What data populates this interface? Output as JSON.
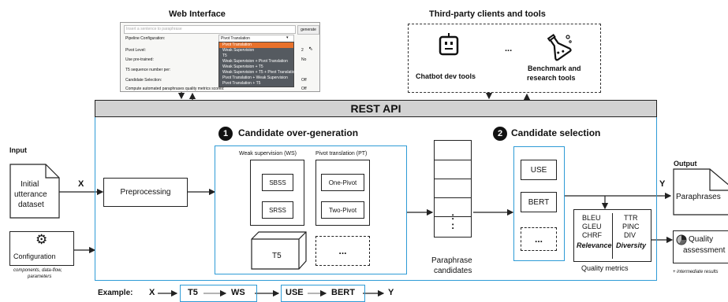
{
  "web_interface": {
    "title": "Web Interface",
    "search_placeholder": "Insert a sentence to paraphrase",
    "generate_label": "generate",
    "rows": [
      {
        "label": "Pipeline Configuration:",
        "value": "Pivot Translation"
      },
      {
        "label": "Pivot Level:",
        "value": "2"
      },
      {
        "label": "Use pre-trained:",
        "value": "No"
      },
      {
        "label": "T5 sequence number per:",
        "value": ""
      },
      {
        "label": "Candidate Selection:",
        "value": "Off"
      },
      {
        "label": "Compute automated paraphrases quality metrics scores:",
        "value": "Off"
      }
    ],
    "menu_items": [
      "Pivot Translation",
      "Weak Supervision",
      "T5",
      "Weak Supervision + Pivot Translation",
      "Weak Supervision + T5",
      "Weak Supervision + T5 + Pivot Translation",
      "Pivot Translation + Weak Supervision",
      "Pivot Translation + T5"
    ]
  },
  "third_party": {
    "title": "Third-party clients and tools",
    "chatbot_label": "Chatbot dev tools",
    "ellipsis": "...",
    "benchmark_label_1": "Benchmark and",
    "benchmark_label_2": "research tools"
  },
  "rest_api": {
    "label": "REST API"
  },
  "input": {
    "title": "Input",
    "doc_line1": "Initial",
    "doc_line2": "utterance",
    "doc_line3": "dataset",
    "x_label": "X",
    "configuration_label": "Configuration",
    "config_caption_1": "components, data-flow,",
    "config_caption_2": "parameters"
  },
  "preprocessing": {
    "label": "Preprocessing"
  },
  "overgen": {
    "number": "1",
    "title": "Candidate over-generation",
    "ws_title": "Weak supervision (WS)",
    "pt_title": "Pivot translation (PT)",
    "sbss": "SBSS",
    "srss": "SRSS",
    "one_pivot": "One-Pivot",
    "two_pivot": "Two-Pivot",
    "t5": "T5",
    "more": "..."
  },
  "candidates": {
    "label_1": "Paraphrase",
    "label_2": "candidates",
    "dots": ":"
  },
  "selection": {
    "number": "2",
    "title": "Candidate selection",
    "use": "USE",
    "bert": "BERT",
    "more": "...",
    "y_label": "Y"
  },
  "metrics": {
    "col1": [
      "BLEU",
      "GLEU",
      "CHRF"
    ],
    "col2": [
      "TTR",
      "PINC",
      "DIV"
    ],
    "relevance": "Relevance",
    "diversity": "Diversity",
    "caption": "Quality metrics"
  },
  "output": {
    "title": "Output",
    "paraphrases": "Paraphrases",
    "quality_1": "Quality",
    "quality_2": "assessment",
    "caption": "+ intermediate results"
  },
  "example": {
    "label": "Example:",
    "x": "X",
    "t5": "T5",
    "ws": "WS",
    "use": "USE",
    "bert": "BERT",
    "y": "Y"
  }
}
